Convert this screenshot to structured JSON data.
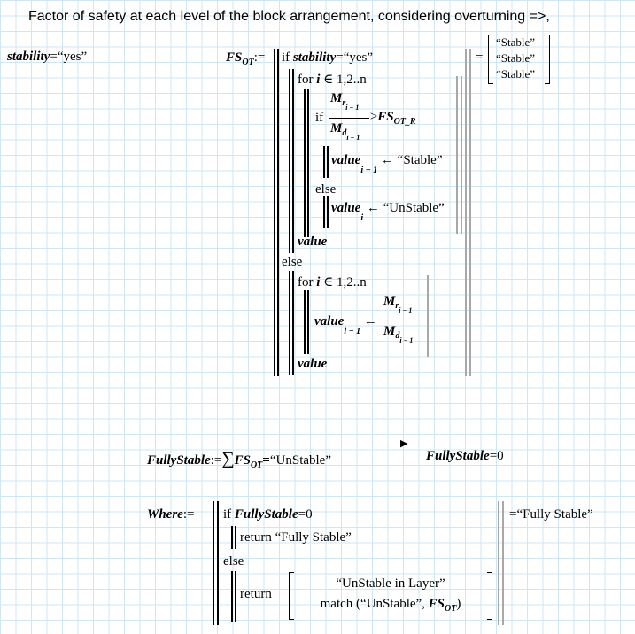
{
  "heading": "Factor of safety at each level of the block arrangement, considering overturning =>,",
  "stability": {
    "name": "stability",
    "value": "“yes”"
  },
  "fs": {
    "name": "FS",
    "sub": "OT",
    "assign": ":=",
    "if_kw": "if",
    "cond_var": "stability",
    "cond_val": "“yes”",
    "for_kw": "for",
    "iter": "i",
    "elem": "∈",
    "range": "1,2..n",
    "M": "M",
    "r": "r",
    "d": "d",
    "idx_im1": "i − 1",
    "geq": "≥",
    "fs_r": "FS",
    "fs_r_sub": "OT_R",
    "value": "value",
    "arrow": "←",
    "stable": "“Stable”",
    "unstable": "“UnStable”",
    "idx_i": "i",
    "else_kw": "else",
    "results": [
      "“Stable”",
      "“Stable”",
      "“Stable”"
    ]
  },
  "fully": {
    "name": "FullyStable",
    "assign": ":=",
    "sum": "∑",
    "vec_fs": "FS",
    "vec_sub": "OT",
    "vec_eq": "=",
    "vec_val": "“UnStable”",
    "eval_name": "FullyStable",
    "eval_eq": "=",
    "eval_val": "0"
  },
  "where": {
    "name": "Where",
    "assign": ":=",
    "if_kw": "if",
    "cond_var": "FullyStable",
    "cond_eq": "=",
    "cond_val": "0",
    "return_kw": "return",
    "fully_stable": "“Fully Stable”",
    "else_kw": "else",
    "unstable_layer": "“UnStable in Layer”",
    "match_fn": "match",
    "match_arg": "“UnStable”",
    "match_fs": "FS",
    "match_fs_sub": "OT",
    "eq": "=",
    "result": "“Fully Stable”"
  }
}
